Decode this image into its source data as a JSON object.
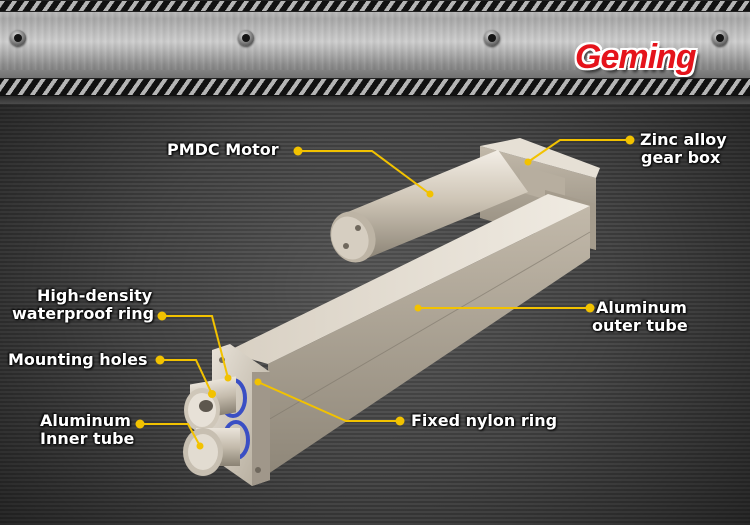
{
  "brand": {
    "name": "Geming"
  },
  "colors": {
    "leader_line": "#f2c200",
    "label_text": "#ffffff",
    "brand_red": "#e5131b",
    "ring_blue": "#3a4fc4",
    "actuator_body": "#c9c1b4"
  },
  "labels": {
    "motor": "PMDC Motor",
    "gearbox_line1": "Zinc alloy",
    "gearbox_line2": "gear box",
    "ring_line1": "High-density",
    "ring_line2": "waterproof ring",
    "outer_line1": "Aluminum",
    "outer_line2": "outer tube",
    "mounting": "Mounting holes",
    "inner_line1": "Aluminum",
    "inner_line2": "Inner tube",
    "nylon": "Fixed nylon ring"
  }
}
